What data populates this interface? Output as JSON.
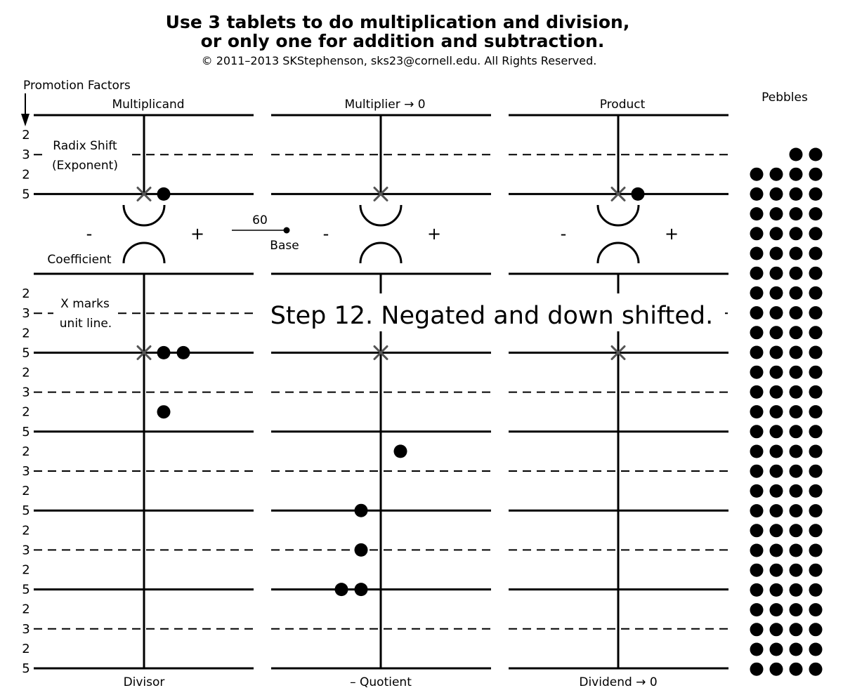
{
  "title_line1": "Use 3 tablets to do multiplication and division,",
  "title_line2": "or only one for addition and subtraction.",
  "copyright": "© 2011–2013 SKStephenson, sks23@cornell.edu. All Rights Reserved.",
  "promotion_factors_label": "Promotion Factors",
  "pebbles_label": "Pebbles",
  "radix_shift_label": "Radix Shift",
  "exponent_label": "(Exponent)",
  "coefficient_label": "Coefficient",
  "x_marks_label": "X marks",
  "unit_line_label": "unit line.",
  "base_value": "60",
  "base_label": "Base",
  "minus_sign": "-",
  "plus_sign": "+",
  "step_text": "Step 12. Negated and down shifted.",
  "upper_factors": [
    "2",
    "3",
    "2",
    "5"
  ],
  "lower_factors": [
    "2",
    "3",
    "2",
    "5",
    "2",
    "3",
    "2",
    "5",
    "2",
    "3",
    "2",
    "5",
    "2",
    "3",
    "2",
    "5",
    "2",
    "3",
    "2",
    "5"
  ],
  "tablets": [
    {
      "top_label": "Multiplicand",
      "bottom_label": "Divisor",
      "upper_pebbles": [
        {
          "row": 3,
          "col": 1,
          "count": 1
        }
      ],
      "lower_pebbles": [
        {
          "row": 3,
          "col": 1,
          "count": 2
        },
        {
          "row": 6,
          "col": 1,
          "count": 1
        }
      ]
    },
    {
      "top_label": "Multiplier → 0",
      "bottom_label": "– Quotient",
      "upper_pebbles": [],
      "lower_pebbles": [
        {
          "row": 8,
          "col": 1,
          "count": 1
        },
        {
          "row": 11,
          "col": -1,
          "count": 1
        },
        {
          "row": 13,
          "col": -1,
          "count": 1
        },
        {
          "row": 15,
          "col": -2,
          "count": 2
        }
      ]
    },
    {
      "top_label": "Product",
      "bottom_label": "Dividend → 0",
      "upper_pebbles": [
        {
          "row": 3,
          "col": 1,
          "count": 1
        }
      ],
      "lower_pebbles": []
    }
  ],
  "pebble_pile": {
    "columns": 4,
    "rows": 27,
    "first_row_count": 2
  }
}
